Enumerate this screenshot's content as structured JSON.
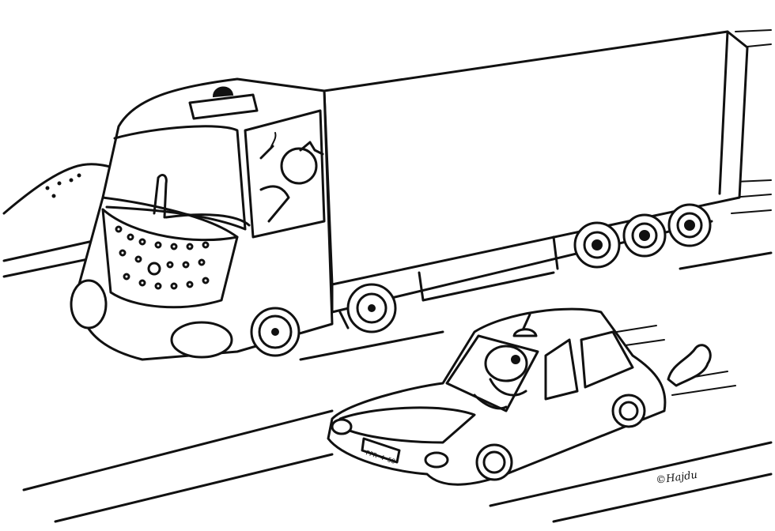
{
  "illustration": {
    "kind": "black-and-white cartoon line drawing",
    "signature_text": "©Hajdu",
    "plate_text": "PPR 4-58"
  },
  "colors": {
    "ink": "#111111",
    "paper": "#ffffff"
  }
}
